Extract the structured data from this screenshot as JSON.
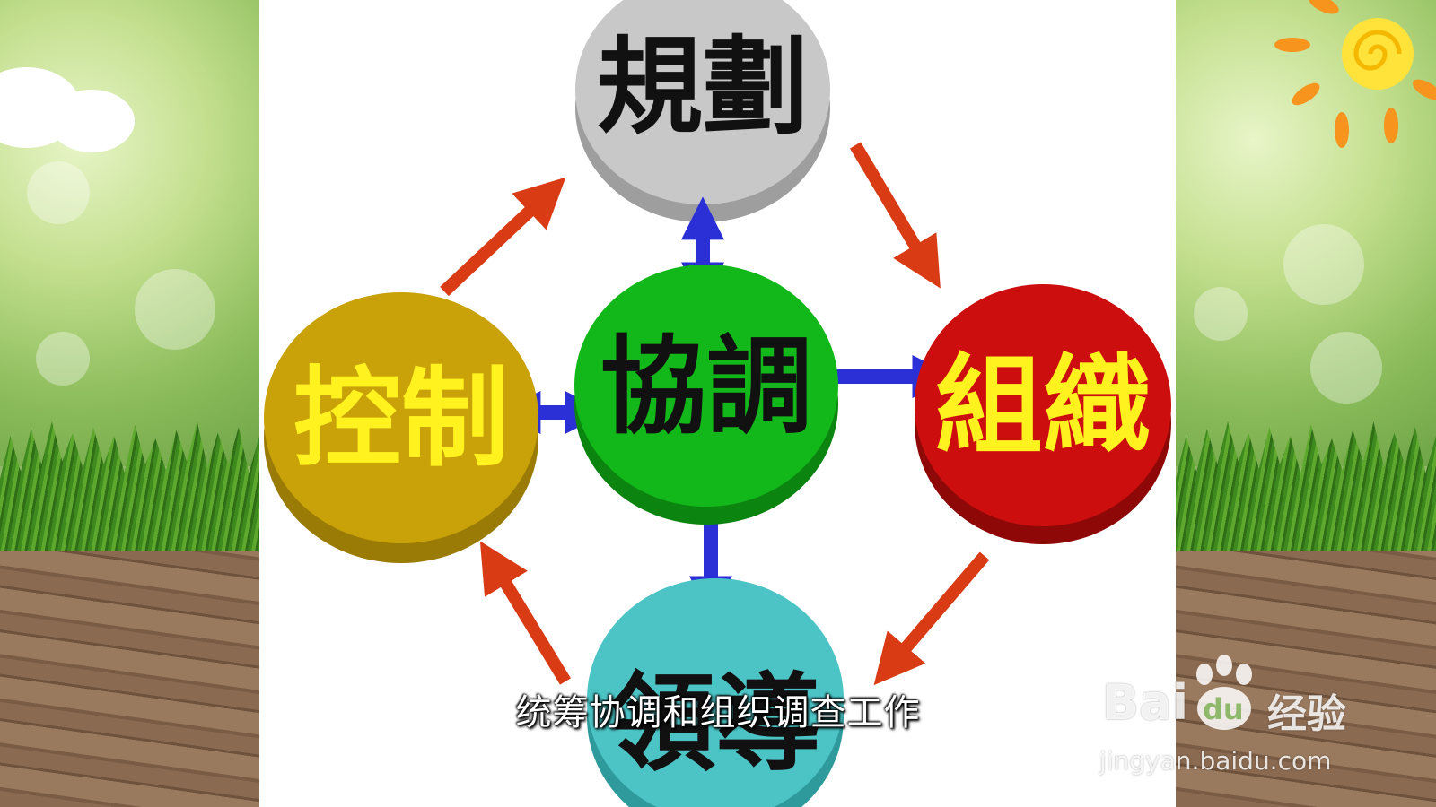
{
  "diagram": {
    "nodes": {
      "top": {
        "label": "規劃",
        "color": "#c8c8c8",
        "text_color": "#111111"
      },
      "center": {
        "label": "協調",
        "color": "#12b81a",
        "text_color": "#111111"
      },
      "left": {
        "label": "控制",
        "color": "#c9a20a",
        "text_color": "#fff21e"
      },
      "right": {
        "label": "組織",
        "color": "#cc0e0e",
        "text_color": "#fff21e"
      },
      "bottom": {
        "label": "領導",
        "color": "#4cc4c6",
        "text_color": "#111111"
      }
    },
    "cycle_arrow_color": "#d93b14",
    "link_arrow_color": "#2b2fd6"
  },
  "subtitle": "统筹协调和组织调查工作",
  "watermark": {
    "brand_a": "Bai",
    "brand_b": "du",
    "brand_c": "经验",
    "url": "jingyan.baidu.com"
  }
}
